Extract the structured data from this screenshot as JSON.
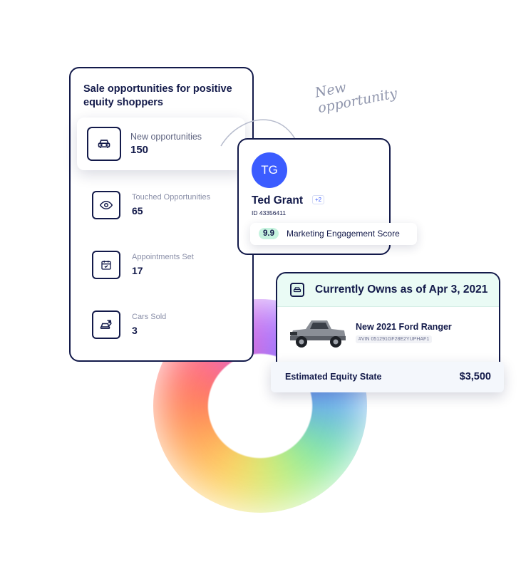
{
  "sales_card": {
    "title": "Sale opportunities for positive equity shoppers",
    "highlight": {
      "label": "New opportunities",
      "value": "150",
      "icon": "car-icon"
    },
    "stats": [
      {
        "label": "Touched Opportunities",
        "value": "65",
        "icon": "eye-icon"
      },
      {
        "label": "Appointments Set",
        "value": "17",
        "icon": "calendar-check-icon"
      },
      {
        "label": "Cars Sold",
        "value": "3",
        "icon": "car-tag-icon"
      }
    ]
  },
  "note": {
    "line1": "New",
    "line2": "opportunity"
  },
  "person": {
    "initials": "TG",
    "name": "Ted Grant",
    "badge": "+2",
    "id": "ID 43356411",
    "avatar_color": "#3b5cff"
  },
  "score": {
    "value": "9.9",
    "label": "Marketing Engagement Score"
  },
  "owns": {
    "title": "Currently Owns as of Apr 3, 2021",
    "car_name": "New 2021 Ford Ranger",
    "vin": "#VIN 051291GF28E2YUPHAF1",
    "icon": "car-icon"
  },
  "equity": {
    "label": "Estimated Equity State",
    "value": "$3,500"
  },
  "colors": {
    "navy": "#131a4a",
    "accent_blue": "#3b5cff",
    "mint": "#c6f3df",
    "header_mint": "#eafbf5"
  }
}
